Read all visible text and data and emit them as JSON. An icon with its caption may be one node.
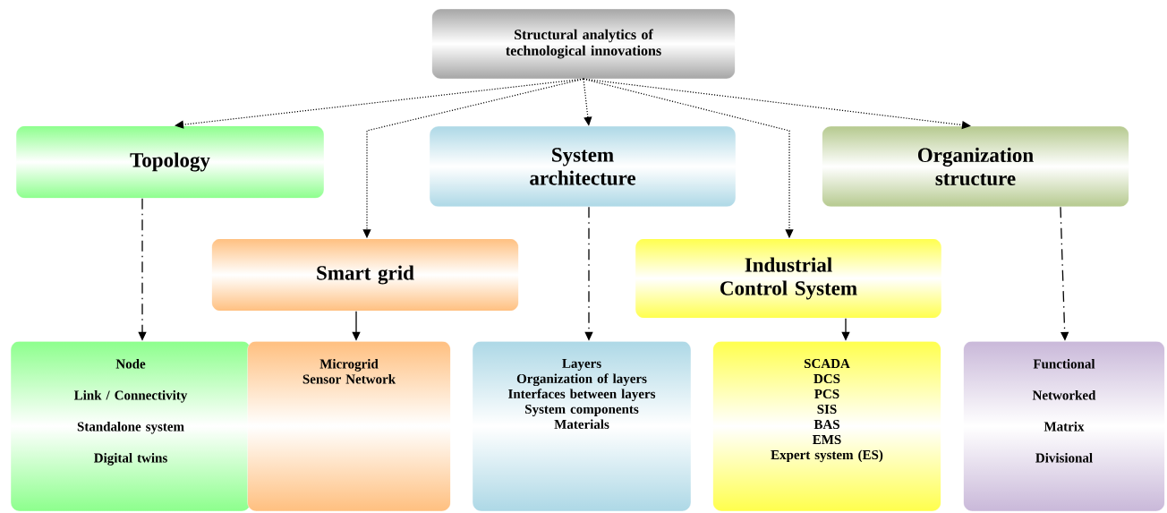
{
  "diagram": {
    "nodes": [
      {
        "text": [
          "Structural analytics of technological innovations"
        ]
      },
      {
        "text": [
          "Topology"
        ]
      },
      {
        "text": [
          "System architecture"
        ]
      },
      {
        "text": [
          "Organization structure"
        ]
      },
      {
        "text": [
          "Smart grid"
        ]
      },
      {
        "text": [
          "Industrial Control System"
        ]
      },
      {
        "text": [
          "Node",
          "Link / Connectivity",
          "Standalone system",
          "Digital twins"
        ]
      },
      {
        "text": [
          "Microgrid",
          "Sensor Network"
        ]
      },
      {
        "text": [
          "Layers",
          "Organization of layers",
          "Interfaces between layers",
          "System components",
          "Materials"
        ]
      },
      {
        "text": [
          "SCADA",
          "DCS",
          "PCS",
          "SIS",
          "BAS",
          "EMS",
          "Expert system (ES)"
        ]
      },
      {
        "text": [
          "Functional",
          "Networked",
          "Matrix",
          "Divisional"
        ]
      }
    ],
    "edges": [
      {
        "from": 0,
        "to": 1,
        "arrow": "to",
        "style": "dashed"
      },
      {
        "from": 0,
        "to": 4,
        "arrow": "to",
        "style": "dashed"
      },
      {
        "from": 0,
        "to": 2,
        "arrow": "to",
        "style": "dashed"
      },
      {
        "from": 0,
        "to": 5,
        "arrow": "to",
        "style": "dashed"
      },
      {
        "from": 0,
        "to": 3,
        "arrow": "to",
        "style": "dashed"
      },
      {
        "from": 1,
        "to": 6,
        "arrow": "to",
        "style": "dashed"
      },
      {
        "from": 4,
        "to": 7,
        "arrow": "to"
      },
      {
        "from": 2,
        "to": 8,
        "arrow": "to",
        "style": "dashed"
      },
      {
        "from": 5,
        "to": 9,
        "arrow": "to"
      },
      {
        "from": 3,
        "to": 10,
        "arrow": "to",
        "style": "dashed"
      }
    ]
  }
}
